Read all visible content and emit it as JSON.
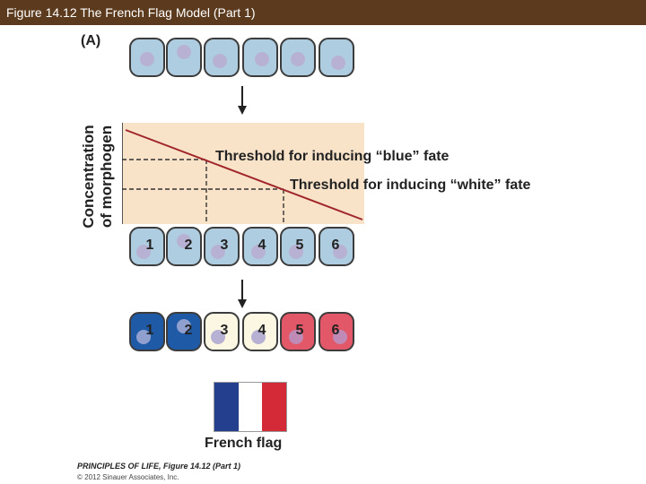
{
  "header": {
    "title": "Figure 14.12 The French Flag Model (Part 1)"
  },
  "panel": {
    "label": "(A)"
  },
  "axis": {
    "ylabel_line1": "Concentration",
    "ylabel_line2": "of morphogen"
  },
  "thresholds": {
    "blue_label": "Threshold for inducing “blue” fate",
    "white_label": "Threshold for inducing “white” fate"
  },
  "rows": {
    "top": {
      "count": 6
    },
    "numbered": {
      "labels": [
        "1",
        "2",
        "3",
        "4",
        "5",
        "6"
      ]
    },
    "fated": {
      "labels": [
        "1",
        "2",
        "3",
        "4",
        "5",
        "6"
      ],
      "fates": [
        "blue",
        "blue",
        "white",
        "white",
        "red",
        "red"
      ]
    }
  },
  "flag": {
    "caption": "French flag"
  },
  "credits": {
    "book": "PRINCIPLES OF LIFE, Figure 14.12 (Part 1)",
    "copyright": "© 2012 Sinauer Associates, Inc."
  },
  "colors": {
    "header_bg": "#5c3a1e",
    "cell_blue": "#aecde0",
    "fate_blue": "#1f5aa6",
    "fate_white": "#fbf7e3",
    "fate_red": "#e25868",
    "plot_bg": "#f8e3c9",
    "gradient_line": "#a1262a",
    "flag_blue": "#233f8e",
    "flag_white": "#ffffff",
    "flag_red": "#d42a37"
  }
}
